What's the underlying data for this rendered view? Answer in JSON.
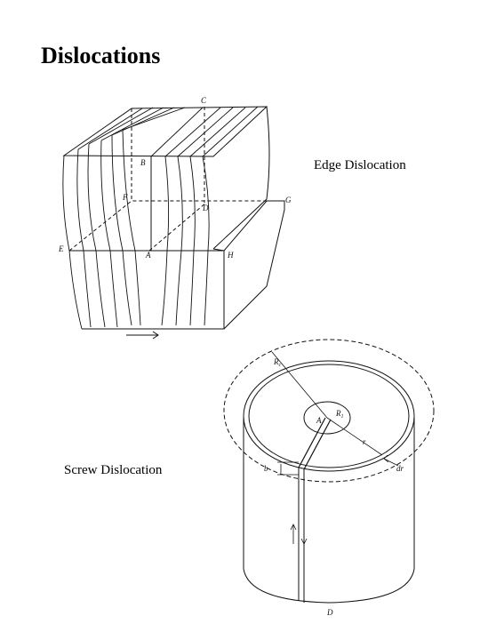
{
  "slide": {
    "title": "Dislocations",
    "edge_caption": "Edge Dislocation",
    "screw_caption": "Screw Dislocation"
  },
  "edge_figure": {
    "labels": {
      "C": "C",
      "B": "B",
      "F": "F",
      "D": "D",
      "G": "G",
      "E": "E",
      "A": "A",
      "H": "H"
    }
  },
  "screw_figure": {
    "labels": {
      "Rc": "R",
      "Rc_sub": "c",
      "A": "A",
      "R1": "R",
      "R1_sub": "1",
      "r": "r",
      "b": "b",
      "dr": "dr",
      "D": "D"
    }
  }
}
